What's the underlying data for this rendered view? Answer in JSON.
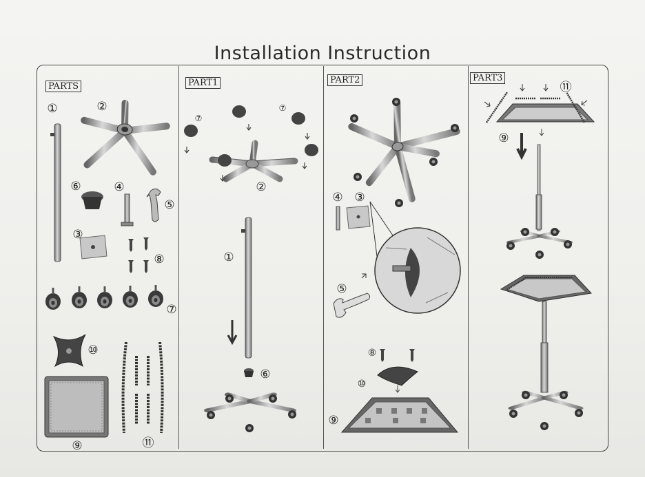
{
  "title": "Installation Instruction",
  "panels": [
    {
      "label": "PARTS",
      "callouts": [
        "①",
        "②",
        "⑥",
        "④",
        "⑤",
        "③",
        "⑧",
        "⑦",
        "⑩",
        "⑨",
        "⑪"
      ]
    },
    {
      "label": "PART1",
      "callouts": [
        "⑦",
        "⑦",
        "②",
        "①",
        "⑥"
      ]
    },
    {
      "label": "PART2",
      "callouts": [
        "④",
        "③",
        "⑤",
        "⑧",
        "⑩",
        "⑨"
      ]
    },
    {
      "label": "PART3",
      "callouts": [
        "⑪",
        "⑨"
      ]
    }
  ]
}
